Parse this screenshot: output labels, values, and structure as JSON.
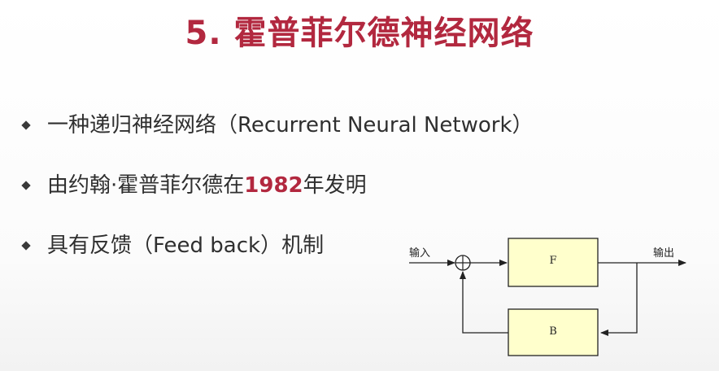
{
  "slide": {
    "title": "5. 霍普菲尔德神经网络",
    "bullets": [
      {
        "text": "一种递归神经网络（Recurrent Neural Network）"
      },
      {
        "prefix": "由约翰·霍普菲尔德在",
        "emphasis": "1982",
        "suffix": "年发明"
      },
      {
        "text": "具有反馈（Feed back）机制"
      }
    ],
    "accent_color": "#b2283f"
  },
  "diagram": {
    "input_label": "输入",
    "output_label": "输出",
    "forward_block": "F",
    "feedback_block": "B",
    "block_fill": "#ffffcc",
    "summing_junction": "⊕"
  }
}
